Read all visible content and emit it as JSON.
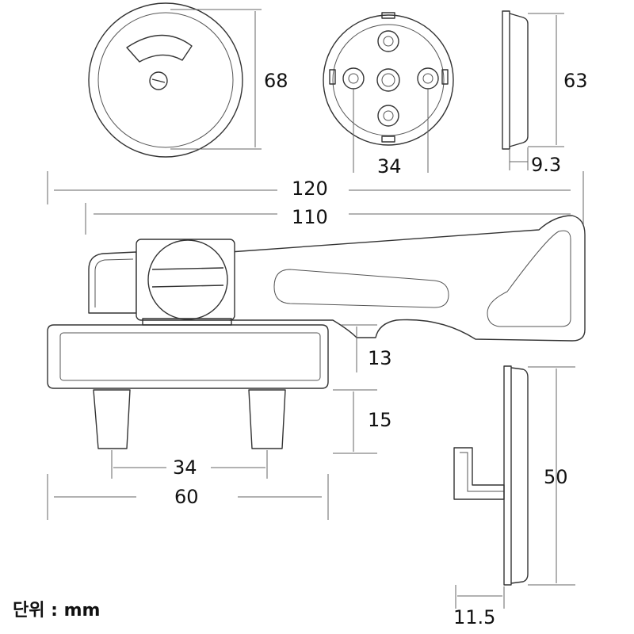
{
  "dimensions": {
    "knob_diameter": "68",
    "base_plate_diameter": "63",
    "base_plate_hole_spacing": "34",
    "base_plate_thickness": "9.3",
    "overall_length": "120",
    "arm_length": "110",
    "arm_hook_height": "13",
    "post_height": "15",
    "post_spacing": "34",
    "base_width": "60",
    "keeper_height": "50",
    "keeper_depth": "11.5"
  },
  "unit_label": "단위 : mm",
  "colors": {
    "line": "#333333",
    "dimension": "#666666",
    "text": "#111111"
  }
}
